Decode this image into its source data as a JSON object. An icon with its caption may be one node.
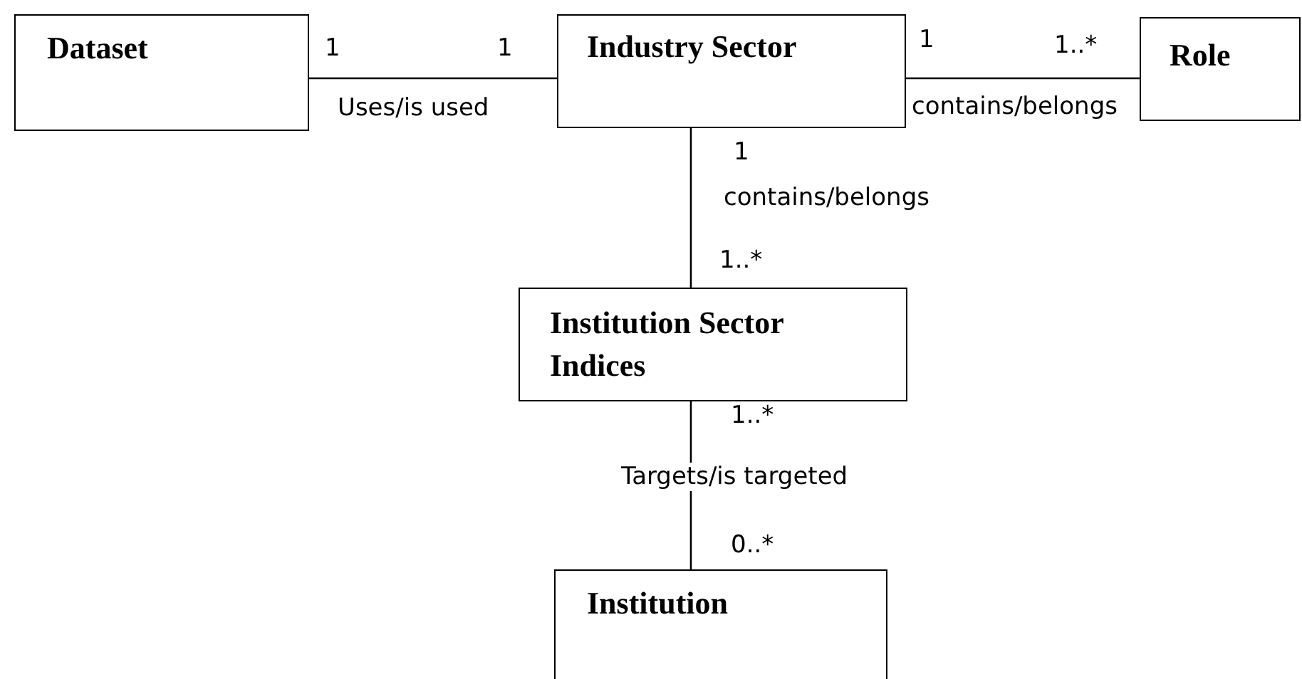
{
  "diagram": {
    "nodes": [
      {
        "text": [
          "Dataset"
        ]
      },
      {
        "text": [
          "Industry Sector"
        ]
      },
      {
        "text": [
          "Role"
        ]
      },
      {
        "text": [
          "Institution Sector Indices"
        ]
      },
      {
        "text": [
          "Institution"
        ]
      }
    ],
    "edges": [
      {
        "from": 0,
        "to": 1,
        "arrow": "none",
        "label": "Uses/is used"
      },
      {
        "from": 1,
        "to": 2,
        "arrow": "none",
        "label": "contains/belongs"
      },
      {
        "from": 1,
        "to": 3,
        "arrow": "none",
        "label": "contains/belongs"
      },
      {
        "from": 3,
        "to": 4,
        "arrow": "none",
        "label": "Targets/is targeted"
      }
    ],
    "labels": [
      "1",
      "1",
      "1",
      "1..*",
      "1",
      "1..*",
      "1..*",
      "0..*"
    ]
  }
}
